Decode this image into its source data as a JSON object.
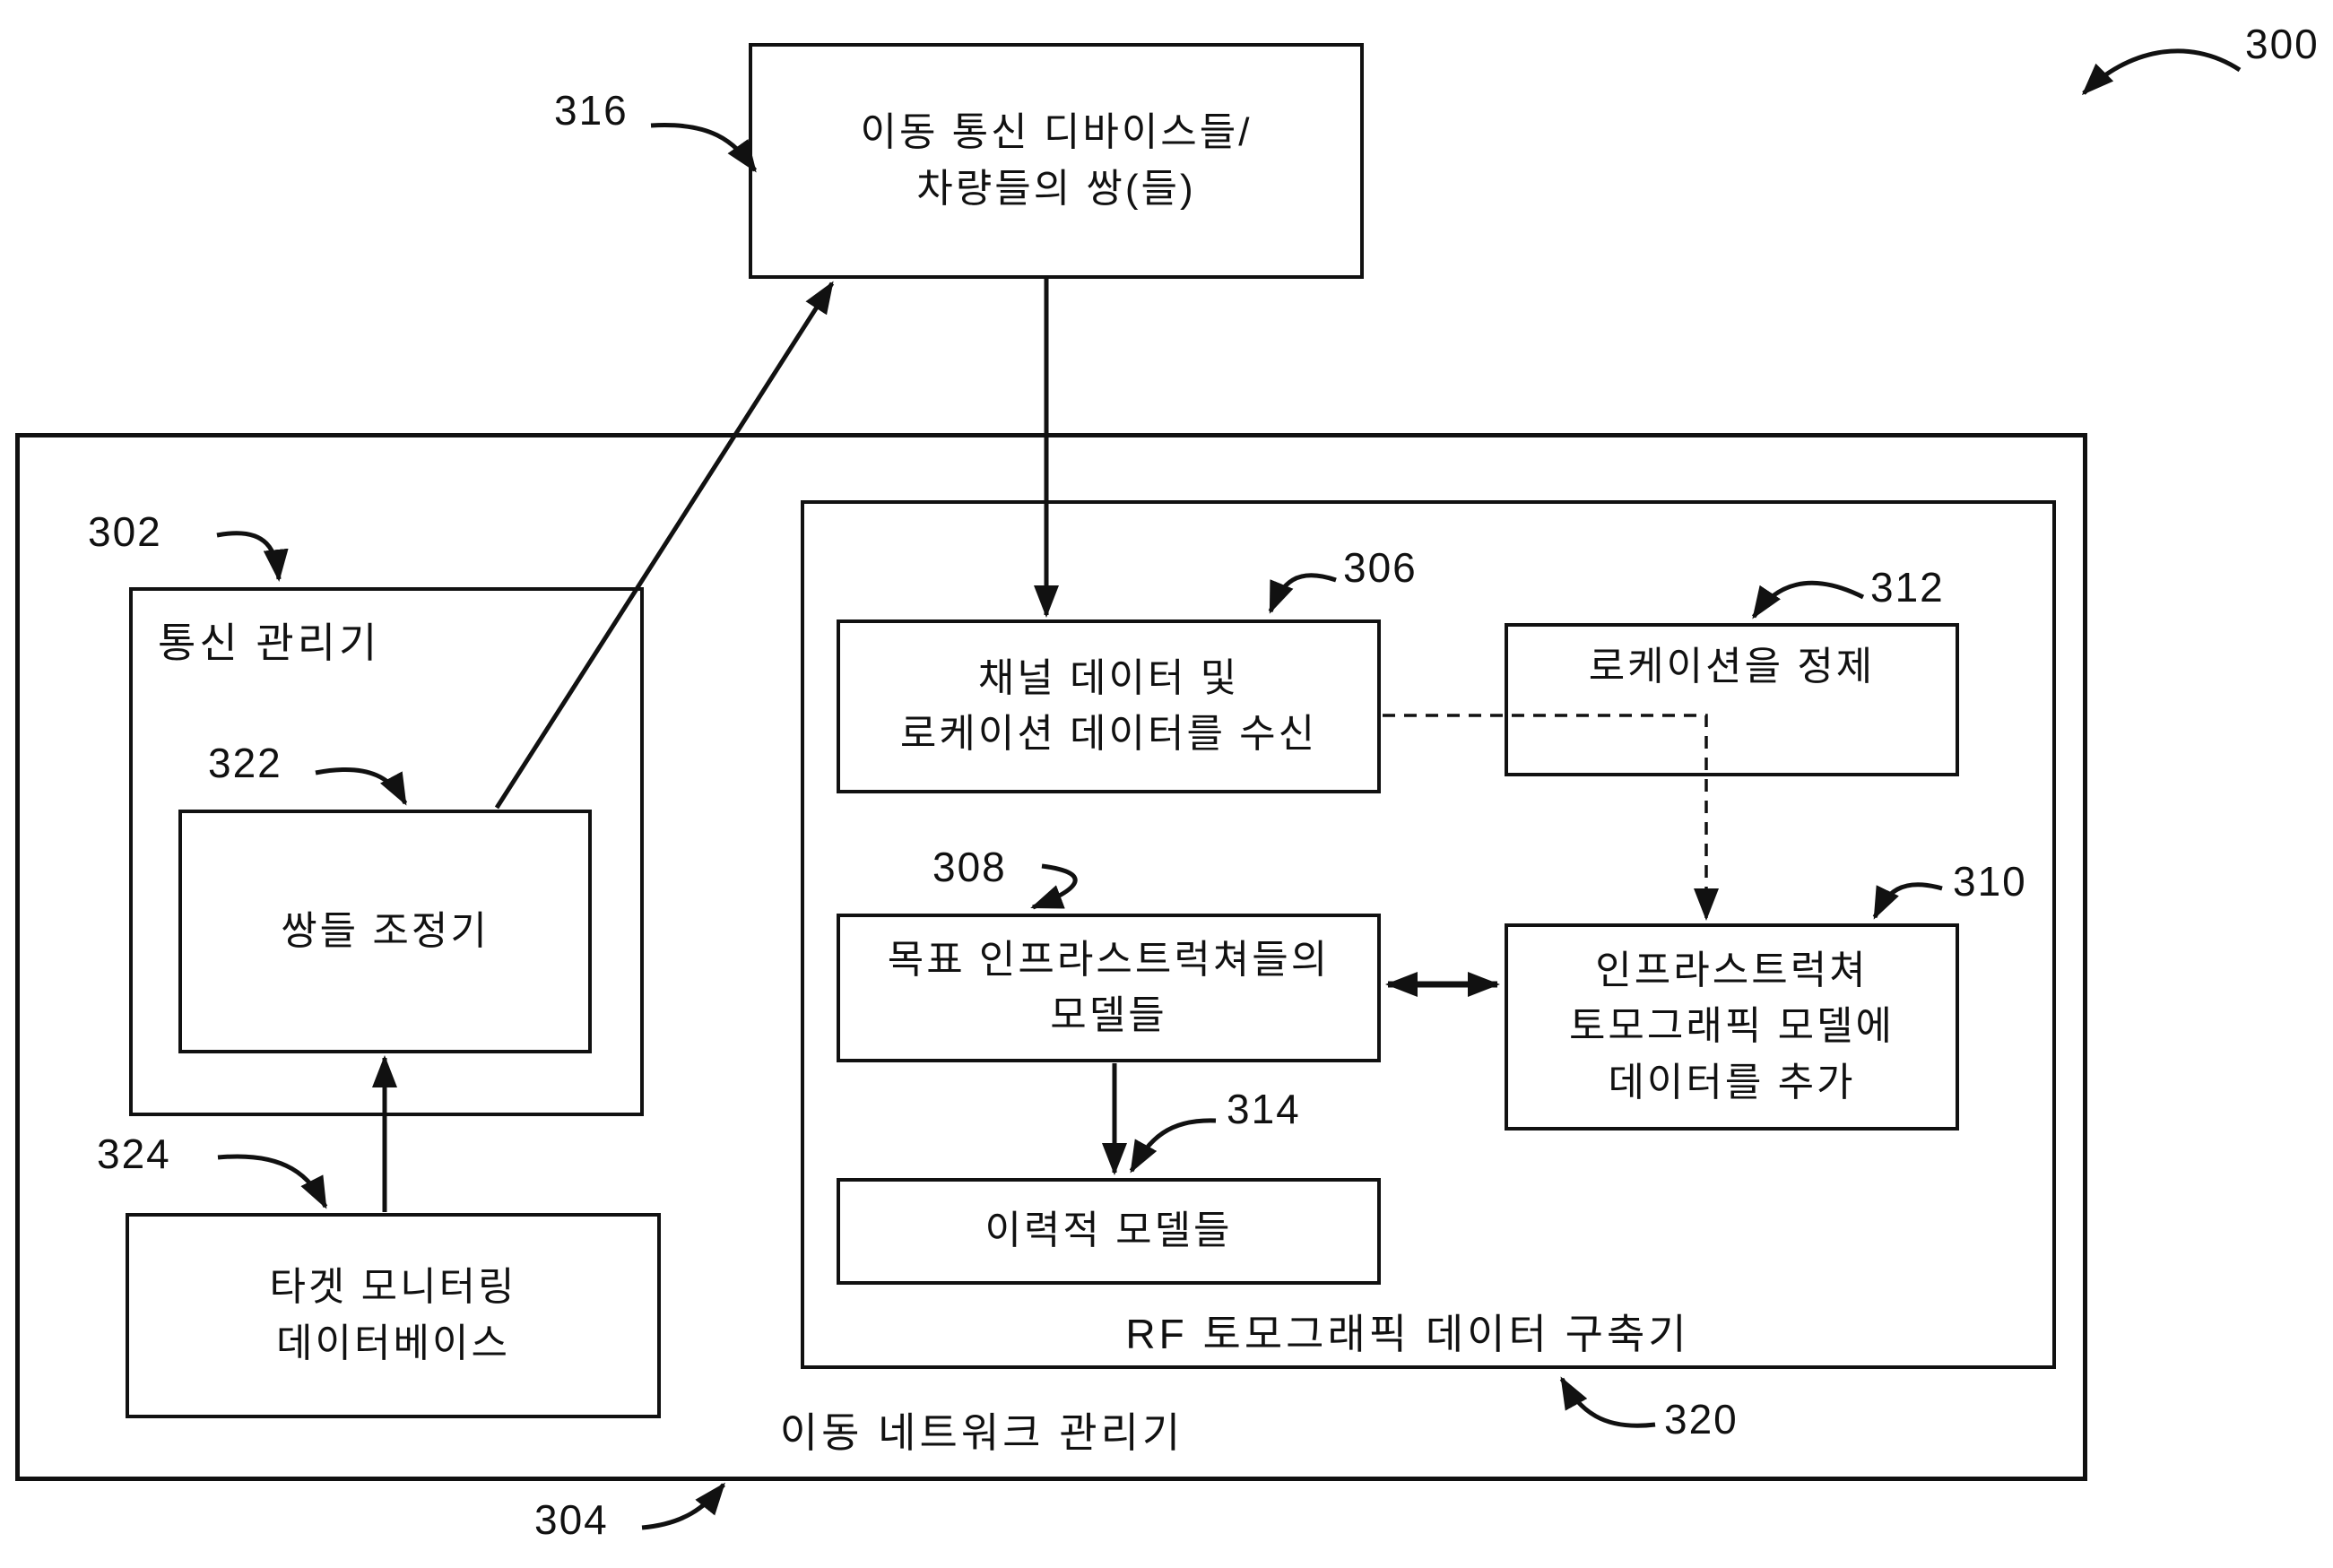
{
  "figure_ref": "300",
  "nodes": {
    "mobile_pairs": {
      "ref": "316",
      "label": "이동 통신 디바이스들/\n차량들의 쌍(들)"
    },
    "network_manager": {
      "ref": "304",
      "label": "이동 네트워크 관리기"
    },
    "comm_manager": {
      "ref": "302",
      "label": "통신 관리기"
    },
    "pairs_coordinator": {
      "ref": "322",
      "label": "쌍들 조정기"
    },
    "target_db": {
      "ref": "324",
      "label": "타겟 모니터링\n데이터베이스"
    },
    "rf_builder": {
      "ref": "320",
      "label": "RF 토모그래픽 데이터 구축기"
    },
    "receive_channel": {
      "ref": "306",
      "label": "채널 데이터 및\n로케이션 데이터를 수신"
    },
    "refine_location": {
      "ref": "312",
      "label": "로케이션을 정제"
    },
    "target_models": {
      "ref": "308",
      "label": "목표 인프라스트럭쳐들의\n모델들"
    },
    "add_to_model": {
      "ref": "310",
      "label": "인프라스트럭쳐\n토모그래픽 모델에\n데이터를 추가"
    },
    "historical_models": {
      "ref": "314",
      "label": "이력적 모델들"
    }
  },
  "colors": {
    "ink": "#111111",
    "paper": "#ffffff"
  }
}
